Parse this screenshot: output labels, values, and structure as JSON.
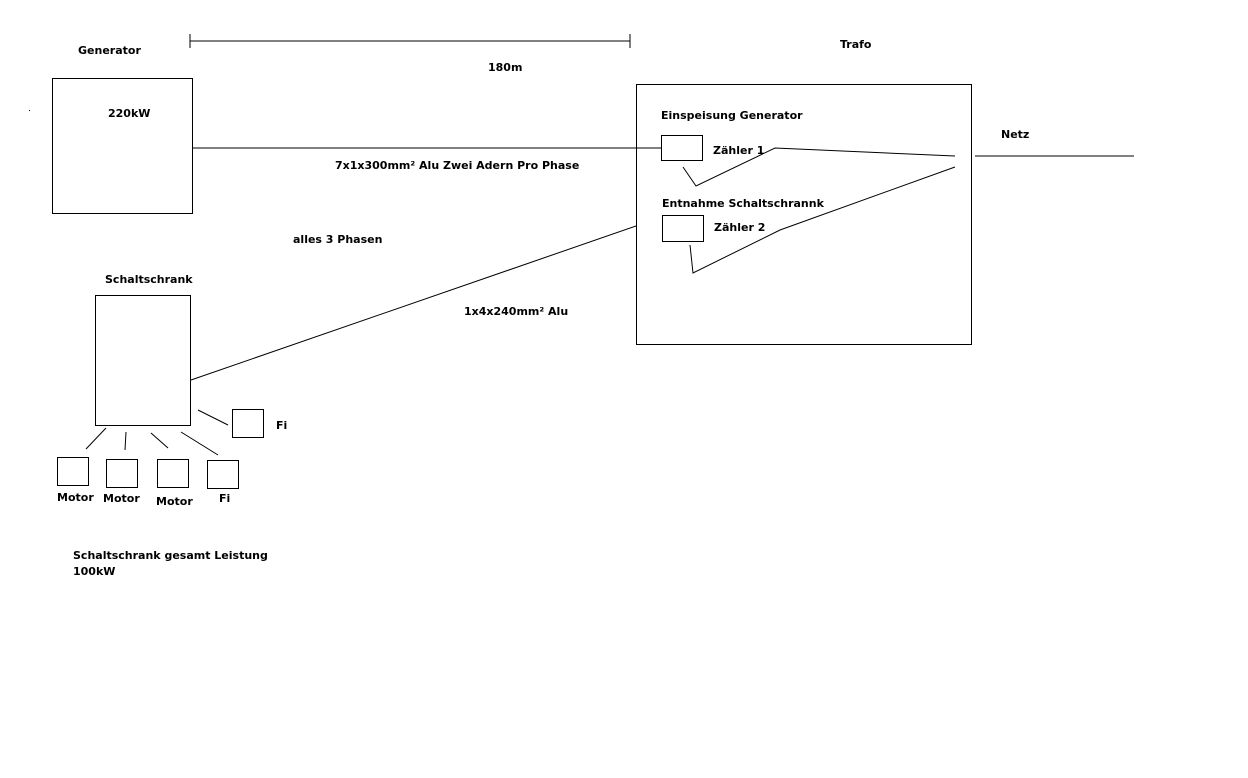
{
  "labels": {
    "generator_title": "Generator",
    "generator_power": "220kW",
    "distance": "180m",
    "trafo_title": "Trafo",
    "einspeisung": "Einspeisung Generator",
    "zaehler1": "Zähler 1",
    "entnahme": "Entnahme Schaltschrannk",
    "zaehler2": "Zähler 2",
    "netz": "Netz",
    "cable_generator": "7x1x300mm² Alu Zwei Adern Pro Phase",
    "phases_note": "alles 3 Phasen",
    "cable_schaltschrank": "1x4x240mm² Alu",
    "schaltschrank_title": "Schaltschrank",
    "fi_right": "Fi",
    "motor1": "Motor",
    "motor2": "Motor",
    "motor3": "Motor",
    "fi_bottom": "Fi",
    "total_line1": "Schaltschrank gesamt Leistung",
    "total_line2": "100kW"
  },
  "colors": {
    "line": "#000000",
    "background": "#ffffff"
  }
}
